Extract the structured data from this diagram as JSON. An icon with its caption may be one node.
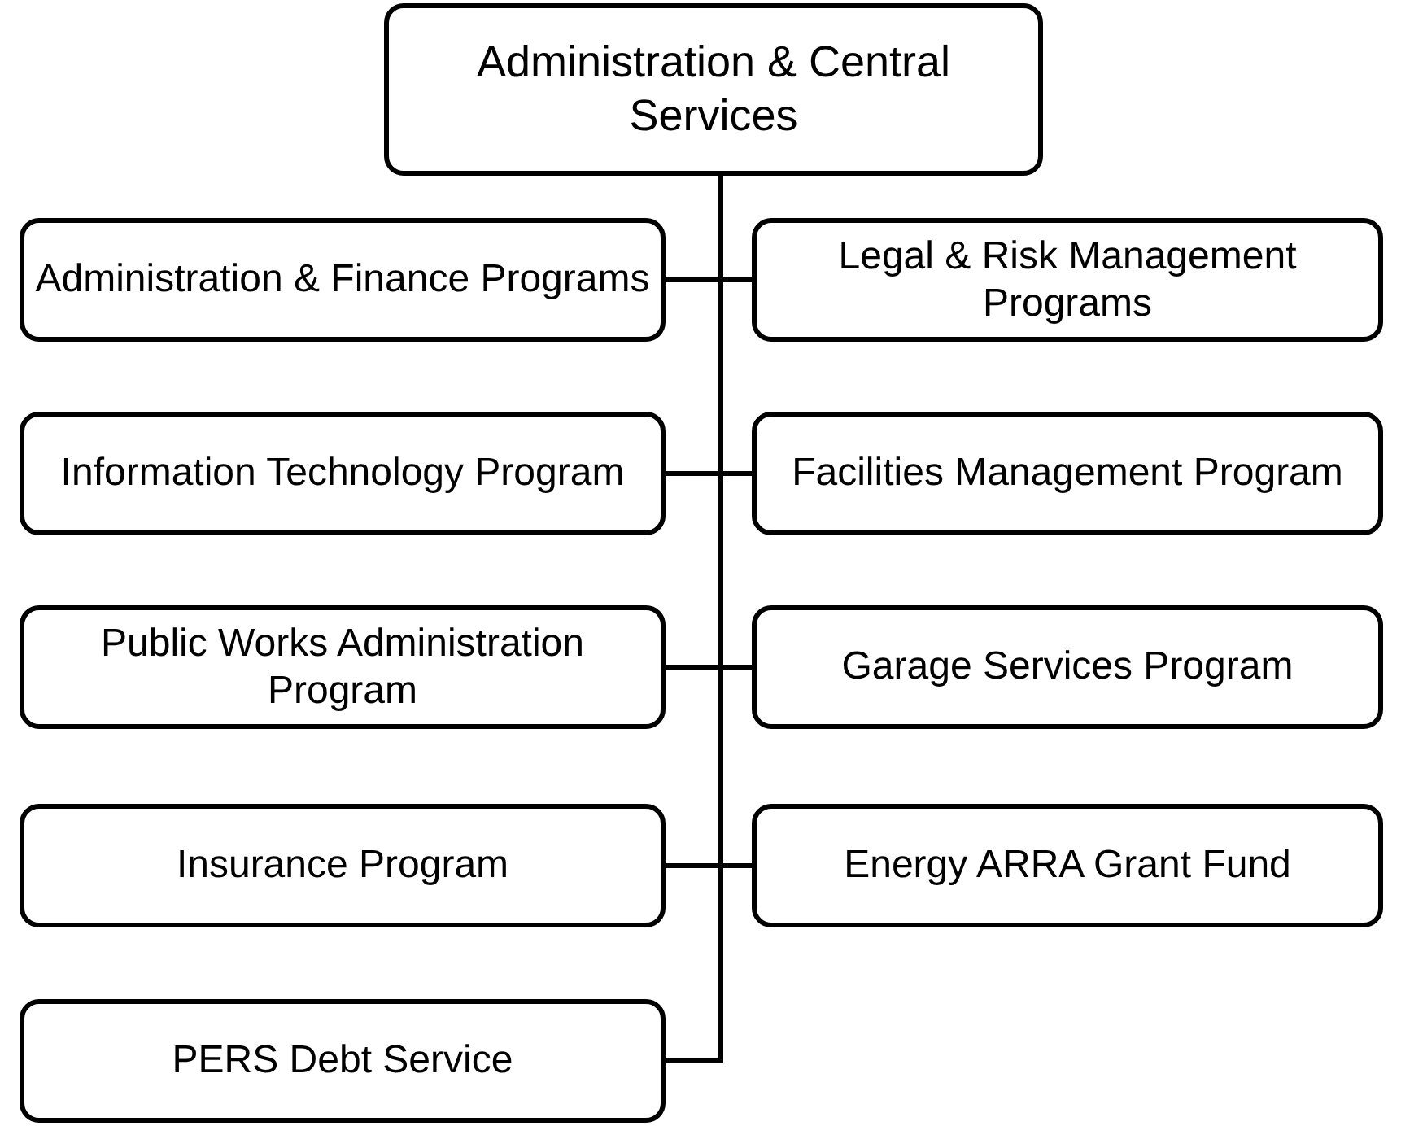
{
  "diagram": {
    "nodes": [
      {
        "text": [
          "Administration & Central Services"
        ]
      },
      {
        "text": [
          "Administration & Finance Programs"
        ]
      },
      {
        "text": [
          "Legal & Risk Management Programs"
        ]
      },
      {
        "text": [
          "Information Technology Program"
        ]
      },
      {
        "text": [
          "Facilities Management Program"
        ]
      },
      {
        "text": [
          "Public Works Administration Program"
        ]
      },
      {
        "text": [
          "Garage Services Program"
        ]
      },
      {
        "text": [
          "Insurance Program"
        ]
      },
      {
        "text": [
          "Energy ARRA Grant Fund"
        ]
      },
      {
        "text": [
          "PERS Debt Service"
        ]
      }
    ],
    "edges": [
      {
        "from": 0,
        "to": 1,
        "arrow": "none"
      },
      {
        "from": 0,
        "to": 2,
        "arrow": "none"
      },
      {
        "from": 0,
        "to": 3,
        "arrow": "none"
      },
      {
        "from": 0,
        "to": 4,
        "arrow": "none"
      },
      {
        "from": 0,
        "to": 5,
        "arrow": "none"
      },
      {
        "from": 0,
        "to": 6,
        "arrow": "none"
      },
      {
        "from": 0,
        "to": 7,
        "arrow": "none"
      },
      {
        "from": 0,
        "to": 8,
        "arrow": "none"
      },
      {
        "from": 0,
        "to": 9,
        "arrow": "none"
      }
    ]
  }
}
